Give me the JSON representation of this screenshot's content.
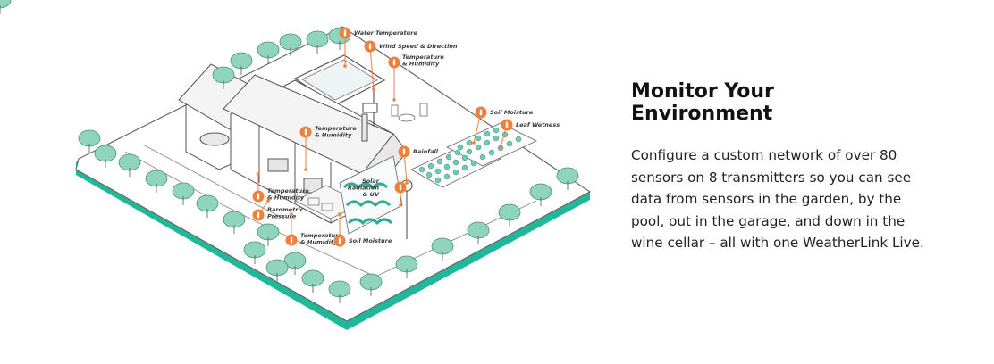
{
  "colors": {
    "accent_orange": "#f07f3c",
    "platform_teal": "#1fb89a",
    "tree_green": "#8fd4bd",
    "tree_stroke": "#4f8f7c",
    "line_gray": "#555555"
  },
  "headline": {
    "line1": "Monitor Your",
    "line2": "Environment"
  },
  "body_text": "Configure a custom network of over 80 sensors on 8 transmitters so you can see data from sensors in the garden, by the pool, out in the garage, and down in the wine cellar – all with one WeatherLink Live.",
  "sensors": [
    {
      "name": "water-temperature",
      "icon": "thermometer-icon",
      "lines": [
        "Water Temperature"
      ]
    },
    {
      "name": "wind-speed-direction",
      "icon": "anemometer-icon",
      "lines": [
        "Wind Speed & Direction"
      ]
    },
    {
      "name": "temperature-humidity-outdoor",
      "icon": "thermometer-icon",
      "lines": [
        "Temperature",
        "& Humidity"
      ]
    },
    {
      "name": "soil-moisture-garden",
      "icon": "soil-icon",
      "lines": [
        "Soil Moisture"
      ]
    },
    {
      "name": "leaf-wetness",
      "icon": "leaf-icon",
      "lines": [
        "Leaf Wetness"
      ]
    },
    {
      "name": "temperature-humidity-house",
      "icon": "thermometer-icon",
      "lines": [
        "Temperature",
        "& Humidity"
      ]
    },
    {
      "name": "rainfall",
      "icon": "rain-icon",
      "lines": [
        "Rainfall"
      ]
    },
    {
      "name": "solar-radiation-uv",
      "icon": "sun-icon",
      "lines": [
        "Solar",
        "Radiation",
        "& UV"
      ]
    },
    {
      "name": "temperature-humidity-garage",
      "icon": "thermometer-icon",
      "lines": [
        "Temperature",
        "& Humidity"
      ]
    },
    {
      "name": "barometric-pressure",
      "icon": "gauge-icon",
      "lines": [
        "Barometric",
        "Pressure"
      ]
    },
    {
      "name": "temperature-humidity-cellar",
      "icon": "thermometer-icon",
      "lines": [
        "Temperature",
        "& Humidity"
      ]
    },
    {
      "name": "soil-moisture-yard",
      "icon": "soil-icon",
      "lines": [
        "Soil Moisture"
      ]
    }
  ]
}
